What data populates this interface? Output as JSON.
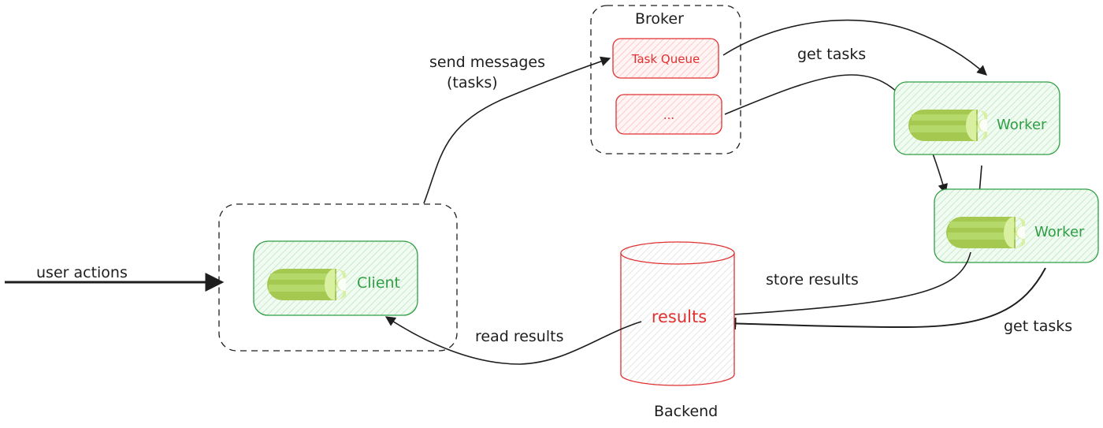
{
  "diagram": {
    "groups": {
      "broker": {
        "title": "Broker"
      },
      "client_group": {
        "title": ""
      },
      "backend": {
        "title": "Backend"
      }
    },
    "nodes": {
      "task_queue": {
        "label": "Task Queue"
      },
      "queue_more": {
        "label": "..."
      },
      "worker_1": {
        "label": "Worker"
      },
      "worker_2": {
        "label": "Worker"
      },
      "client": {
        "label": "Client"
      },
      "results": {
        "label": "results"
      }
    },
    "edges": {
      "user_actions": {
        "label": "user actions"
      },
      "send_messages": {
        "label_line1": "send messages",
        "label_line2": "(tasks)"
      },
      "get_tasks_top": {
        "label": "get tasks"
      },
      "store_results": {
        "label": "store results"
      },
      "get_tasks_bottom": {
        "label": "get tasks"
      },
      "read_results": {
        "label": "read results"
      }
    },
    "colors": {
      "stroke": "#1e1e1e",
      "queue_stroke": "#e03131",
      "queue_fill": "#ffc9c9",
      "worker_stroke": "#2f9e44",
      "worker_fill": "#b2f2bb",
      "celery_dark": "#9bc34a",
      "celery_light": "#b5d86a",
      "celery_cap": "#d8f0a0"
    }
  }
}
